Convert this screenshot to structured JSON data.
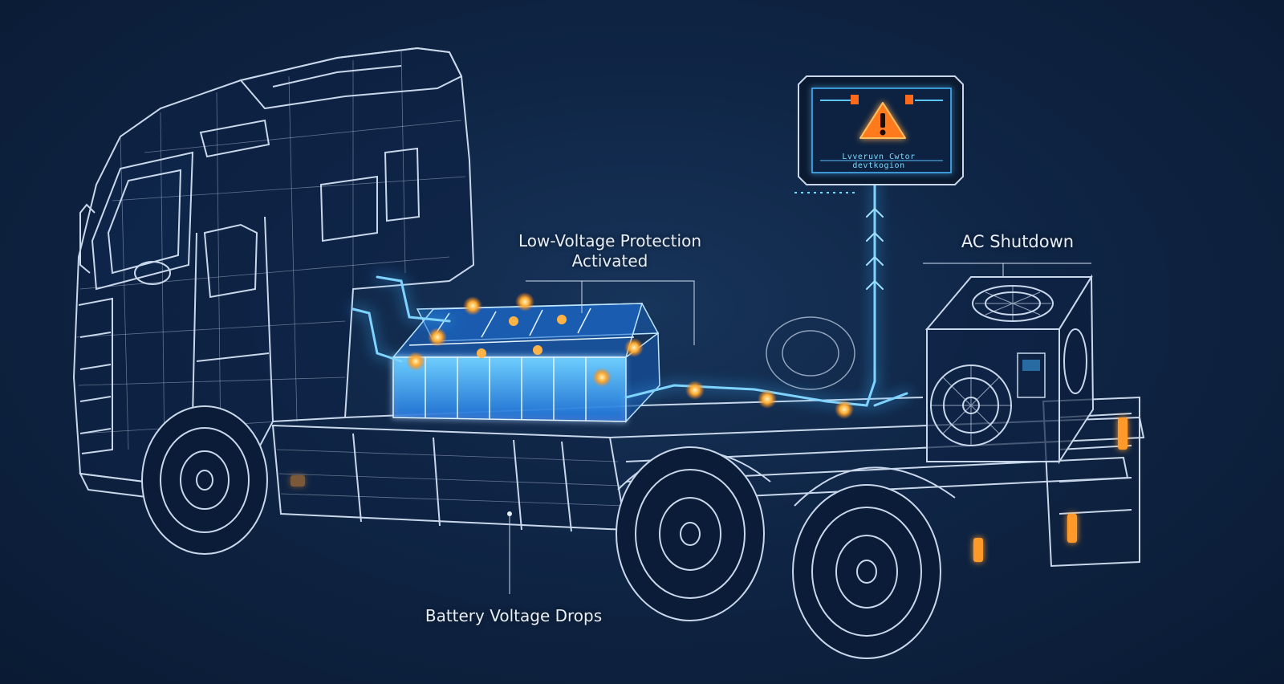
{
  "labels": {
    "low_voltage_protection": [
      "Low-Voltage Protection",
      "Activated"
    ],
    "ac_shutdown": "AC Shutdown",
    "battery_voltage_drops": "Battery Voltage Drops"
  },
  "monitor": {
    "icon": "warning-triangle-icon",
    "caption": "Lvveruvn Cwtor devtkogion"
  },
  "colors": {
    "background": "#0f2545",
    "wireframe": "#c9d7ea",
    "glow": "#3fb4ff",
    "alert": "#ff8a1c",
    "warning": "#ff6a1a"
  }
}
